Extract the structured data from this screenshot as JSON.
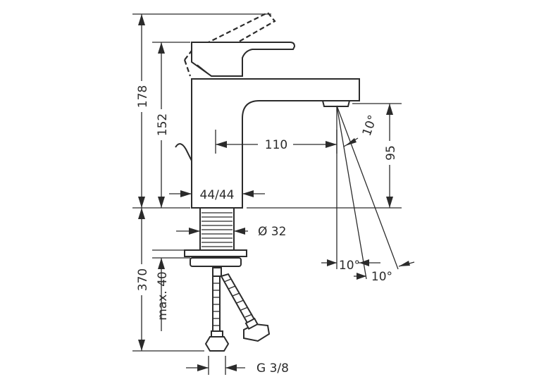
{
  "dimensions": {
    "total_height": "178",
    "spout_height_top": "152",
    "reach": "110",
    "spout_clearance": "95",
    "body_width": "44/44",
    "shank_diameter": "Ø 32",
    "hose_length": "370",
    "max_counter_thickness": "max. 40",
    "thread": "G 3/8",
    "angle_spout": "10°",
    "angle_1": "10°",
    "angle_2": "10°"
  },
  "colors": {
    "line": "#2b2b2b",
    "background": "#ffffff"
  }
}
